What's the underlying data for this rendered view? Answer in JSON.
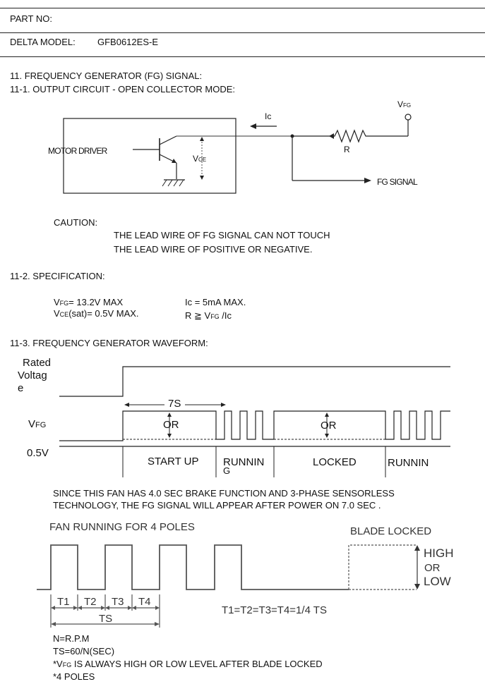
{
  "header": {
    "part_no_label": "PART NO:",
    "delta_model_label": "DELTA MODEL:",
    "delta_model_value": "GFB0612ES-E"
  },
  "section11": {
    "title": "11. FREQUENCY GENERATOR (FG) SIGNAL:",
    "sub1_title": "11-1. OUTPUT CIRCUIT - OPEN COLLECTOR MODE:"
  },
  "circuit": {
    "motor_driver": "MOTOR DRIVER",
    "vce_v": "V",
    "vce_sub": "CE",
    "ic_label": "Ic",
    "r_label": "R",
    "vfg_v": "V",
    "vfg_sub": "FG",
    "fg_signal": "FG SIGNAL"
  },
  "caution": {
    "label": "CAUTION:",
    "line1": "THE LEAD WIRE  OF FG SIGNAL CAN NOT TOUCH",
    "line2": "THE LEAD WIRE  OF POSITIVE OR NEGATIVE."
  },
  "spec": {
    "title": "11-2. SPECIFICATION:",
    "vfg_v": "V",
    "vfg_sub": "FG",
    "vfg_val": "= 13.2V  MAX",
    "vce_v": "V",
    "vce_sub": "CE",
    "vce_val": "(sat)= 0.5V MAX.",
    "ic_val": "Ic = 5mA MAX.",
    "r_val_prefix": "R  ≧  V",
    "r_val_sub": "FG",
    "r_val_suffix": " /Ic"
  },
  "waveform": {
    "title": "11-3.  FREQUENCY GENERATOR WAVEFORM:",
    "rated": "Rated",
    "voltage": "Voltag",
    "voltage_e": "e",
    "vfg_v": "V",
    "vfg_sub": "FG",
    "v05": "0.5V",
    "seven_s": "7S",
    "or1": "OR",
    "or2": "OR",
    "start_up": "START  UP",
    "running1_a": "RUNNIN",
    "running1_b": "G",
    "locked": "LOCKED",
    "running2": "RUNNIN"
  },
  "note": {
    "line1": "SINCE THIS FAN HAS 4.0 SEC BRAKE FUNCTION AND 3-PHASE SENSORLESS",
    "line2": "TECHNOLOGY, THE FG SIGNAL WILL APPEAR AFTER POWER ON 7.0 SEC ."
  },
  "poles": {
    "title": "FAN RUNNING FOR 4 POLES",
    "blade_locked": "BLADE LOCKED",
    "high": "HIGH",
    "or": "OR",
    "low": "LOW",
    "t1": "T1",
    "t2": "T2",
    "t3": "T3",
    "t4": "T4",
    "ts": "TS",
    "equation": "T1=T2=T3=T4=1/4  TS"
  },
  "footer": {
    "line1": "N=R.P.M",
    "line2": "TS=60/N(SEC)",
    "line3_prefix": "*V",
    "line3_sub": "FG",
    "line3_suffix": "  IS ALWAYS HIGH OR LOW LEVEL AFTER BLADE LOCKED",
    "line4": "*4  POLES"
  }
}
